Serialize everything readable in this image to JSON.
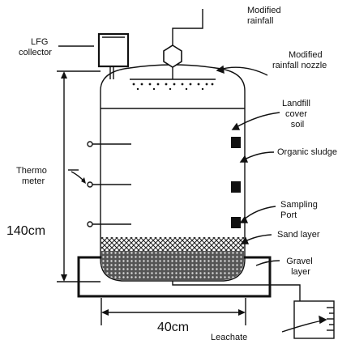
{
  "labels": {
    "modified_rainfall": [
      "Modified",
      "rainfall"
    ],
    "modified_rainfall_nozzle": [
      "Modified",
      "rainfall nozzle"
    ],
    "lfg_collector": [
      "LFG",
      "collector"
    ],
    "landfill_cover_soil": [
      "Landfill",
      "cover",
      "soil"
    ],
    "organic_sludge": "Organic sludge",
    "thermometer": [
      "Thermo",
      "meter"
    ],
    "sampling_port": [
      "Sampling",
      "Port"
    ],
    "sand_layer": "Sand layer",
    "gravel_layer": [
      "Gravel",
      "layer"
    ],
    "leachate": "Leachate",
    "height_dimension": "140cm",
    "width_dimension": "40cm"
  }
}
